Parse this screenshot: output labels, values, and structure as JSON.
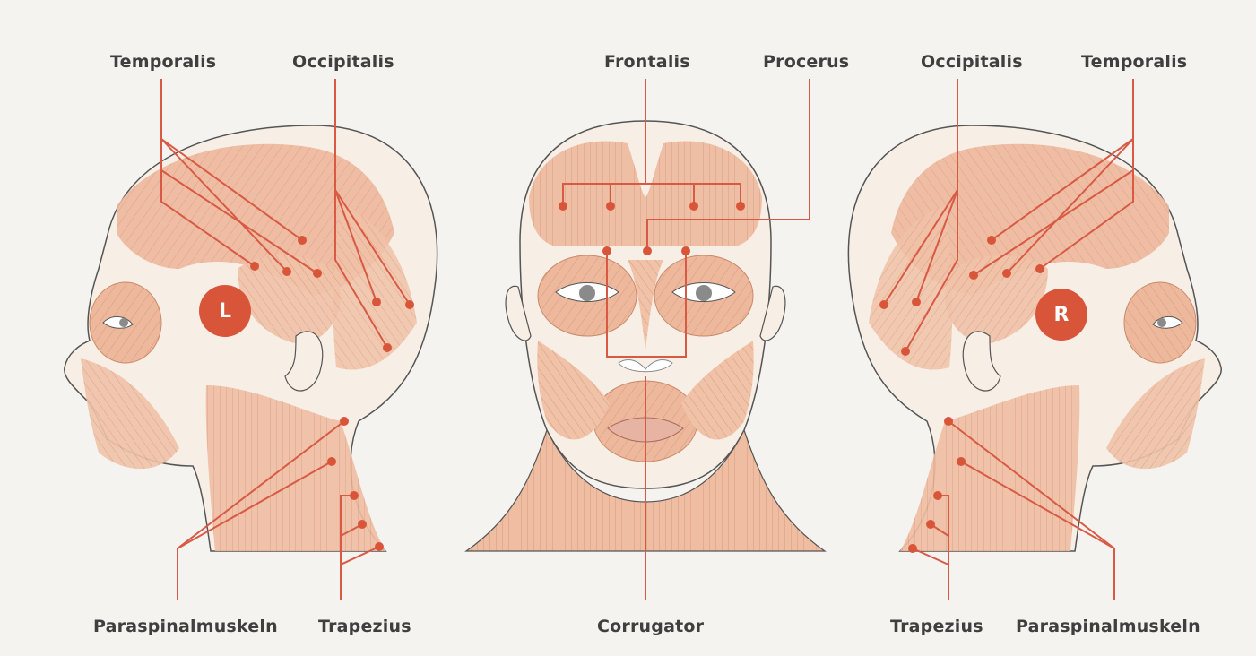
{
  "labels": {
    "left_temporalis": "Temporalis",
    "left_occipitalis": "Occipitalis",
    "frontalis": "Frontalis",
    "procerus": "Procerus",
    "right_occipitalis": "Occipitalis",
    "right_temporalis": "Temporalis",
    "left_paraspinal": "Paraspinalmuskeln",
    "left_trapezius": "Trapezius",
    "corrugator": "Corrugator",
    "right_trapezius": "Trapezius",
    "right_paraspinal": "Paraspinalmuskeln"
  },
  "badges": {
    "left": "L",
    "right": "R"
  },
  "colors": {
    "background": "#f4f3ef",
    "muscle": "#eeb89c",
    "muscle_line": "#d89a7c",
    "leader_line": "#d85a45",
    "badge": "#d9553a",
    "label_text": "#3f3f3f",
    "outline": "#555555"
  }
}
